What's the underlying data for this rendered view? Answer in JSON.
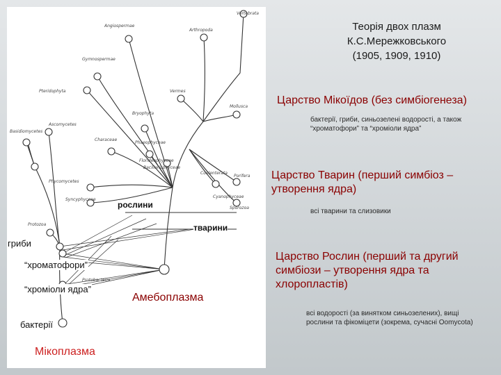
{
  "title": {
    "line1": "Теорія двох плазм",
    "line2": "К.С.Мережковського",
    "line3": "(1905, 1909, 1910)"
  },
  "kingdoms": [
    {
      "heading": "Царство Мікоїдов (без симбіогенеза)",
      "description": "бактерії, гриби, синьозелені водорості, а також “хроматофори” та “хроміоли ядра”"
    },
    {
      "heading": "Царство Тварин (перший симбіоз – утворення ядра)",
      "description": "всі тварини та слизовики"
    },
    {
      "heading": "Царство Рослин (перший та другий симбіози – утворення ядра та хлоропластів)",
      "description": "всі водорості (за винятком синьозелених), вищі рослини та фікоміцети (зокрема, сучасні Oomycota)"
    }
  ],
  "diagram_labels": {
    "plants": "рослини",
    "animals": "тварини",
    "fungi": "гриби",
    "chromatophores": "“хроматофори”",
    "nuclear_chromioles": "“хроміоли ядра”",
    "amoeboplasm": "Амебоплазма",
    "bacteria": "бактерії",
    "mycoplasm": "Мікоплазма"
  },
  "tree_taxa": [
    "Angiospermae",
    "Arthropoda",
    "Vertebrata",
    "Gymnospermae",
    "Pteridophyta",
    "Bryophyta",
    "Vermes",
    "Mollusca",
    "Ascomycetes",
    "Basidiomycetes",
    "Characeae",
    "Florideophyceae",
    "Phaeophyceae",
    "Bacillariophyceae",
    "Phycomycetes",
    "Coelenterata",
    "Porifera",
    "Syncyphyceae",
    "Protozoa",
    "Cyanophyceae",
    "Sporozoa",
    "Protobacteria"
  ]
}
